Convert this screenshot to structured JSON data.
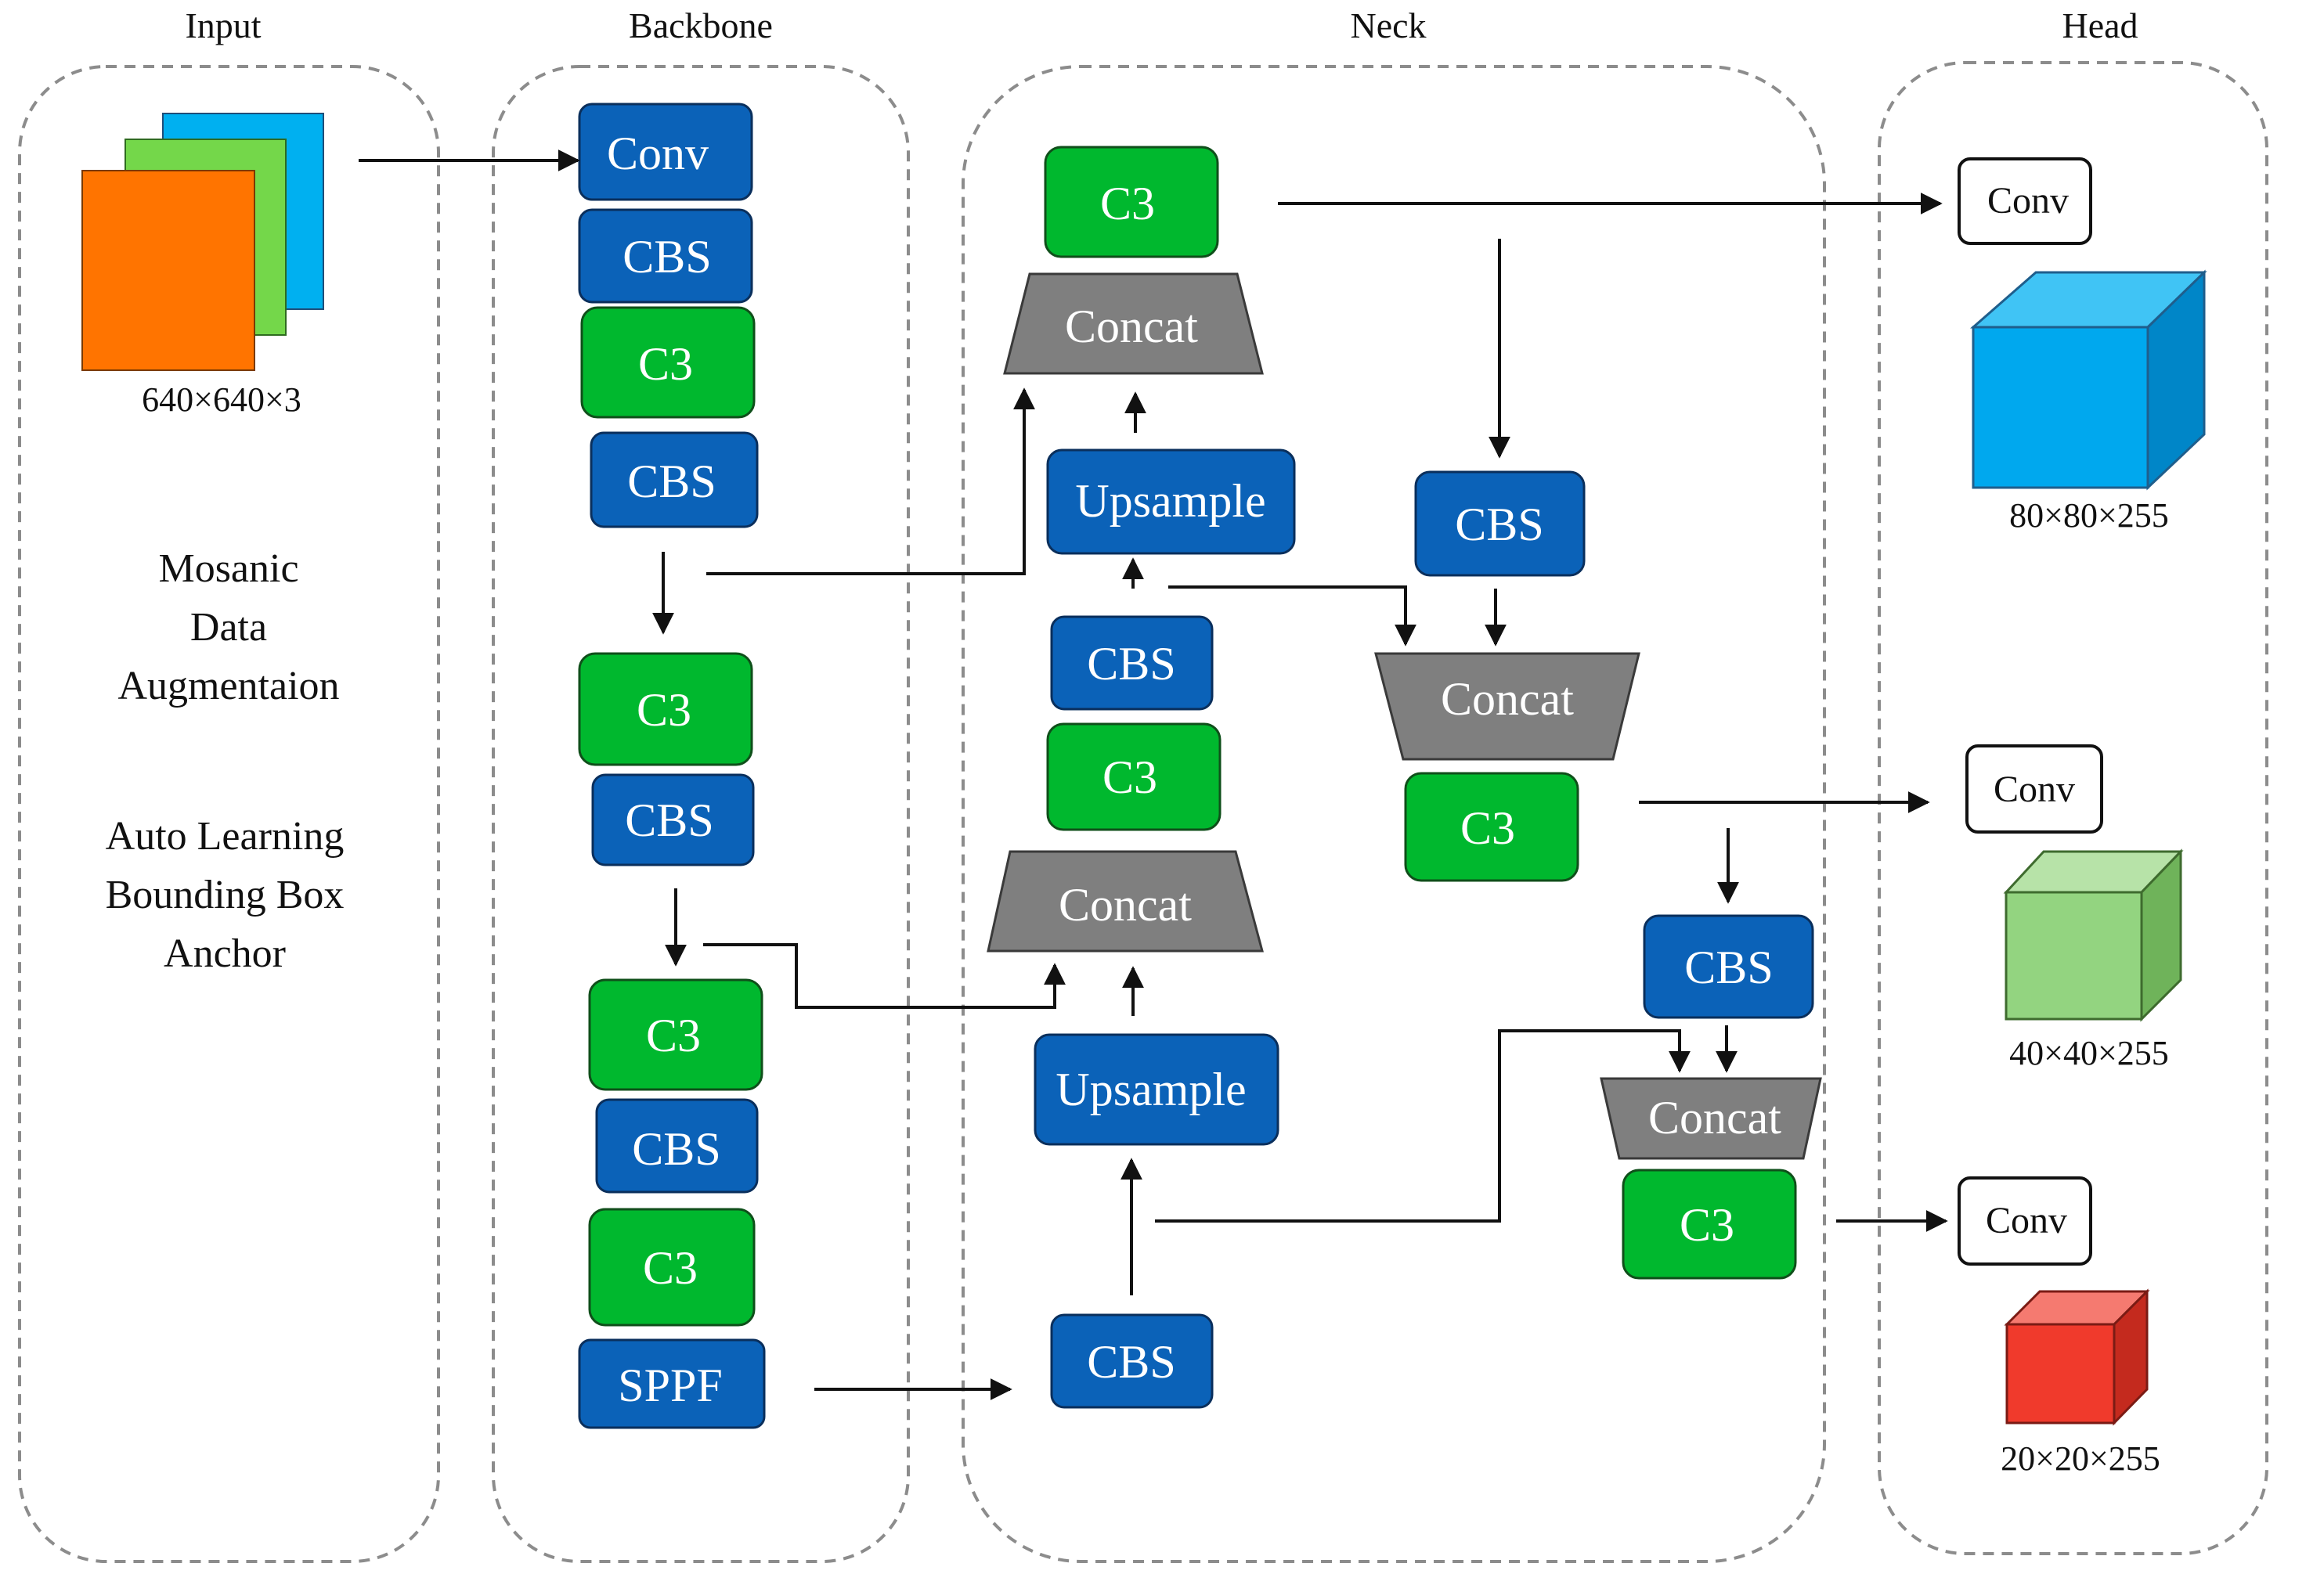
{
  "sections": {
    "input": "Input",
    "backbone": "Backbone",
    "neck": "Neck",
    "head": "Head"
  },
  "input": {
    "size": "640×640×3",
    "notes": {
      "augmentation": [
        "Mosanic",
        "Data",
        "Augmentaion"
      ],
      "anchor": [
        "Auto Learning",
        "Bounding Box",
        "Anchor"
      ]
    }
  },
  "backbone": {
    "blocks": [
      "Conv",
      "CBS",
      "C3",
      "CBS",
      "C3",
      "CBS",
      "C3",
      "CBS",
      "C3",
      "SPPF"
    ]
  },
  "neck": {
    "top_path": [
      "C3",
      "Concat",
      "Upsample",
      "CBS",
      "C3",
      "Concat",
      "Upsample",
      "CBS"
    ],
    "mid_path": [
      "CBS",
      "Concat",
      "C3"
    ],
    "low_path": [
      "CBS",
      "Concat",
      "C3"
    ]
  },
  "head": {
    "convs": [
      "Conv",
      "Conv",
      "Conv"
    ],
    "outputs": [
      "80×80×255",
      "40×40×255",
      "20×20×255"
    ]
  },
  "colors": {
    "blue_block": "#0B62B8",
    "green_block": "#00B82E",
    "gray_block": "#7F7F7F",
    "dashed_border": "#8C8C8C",
    "cube_large": "#00A8EE",
    "cube_medium": "#93D480",
    "cube_small": "#F03A2C",
    "input_layer_front": "#FF7400",
    "input_layer_mid": "#74D74A",
    "input_layer_back": "#00B0F0"
  }
}
